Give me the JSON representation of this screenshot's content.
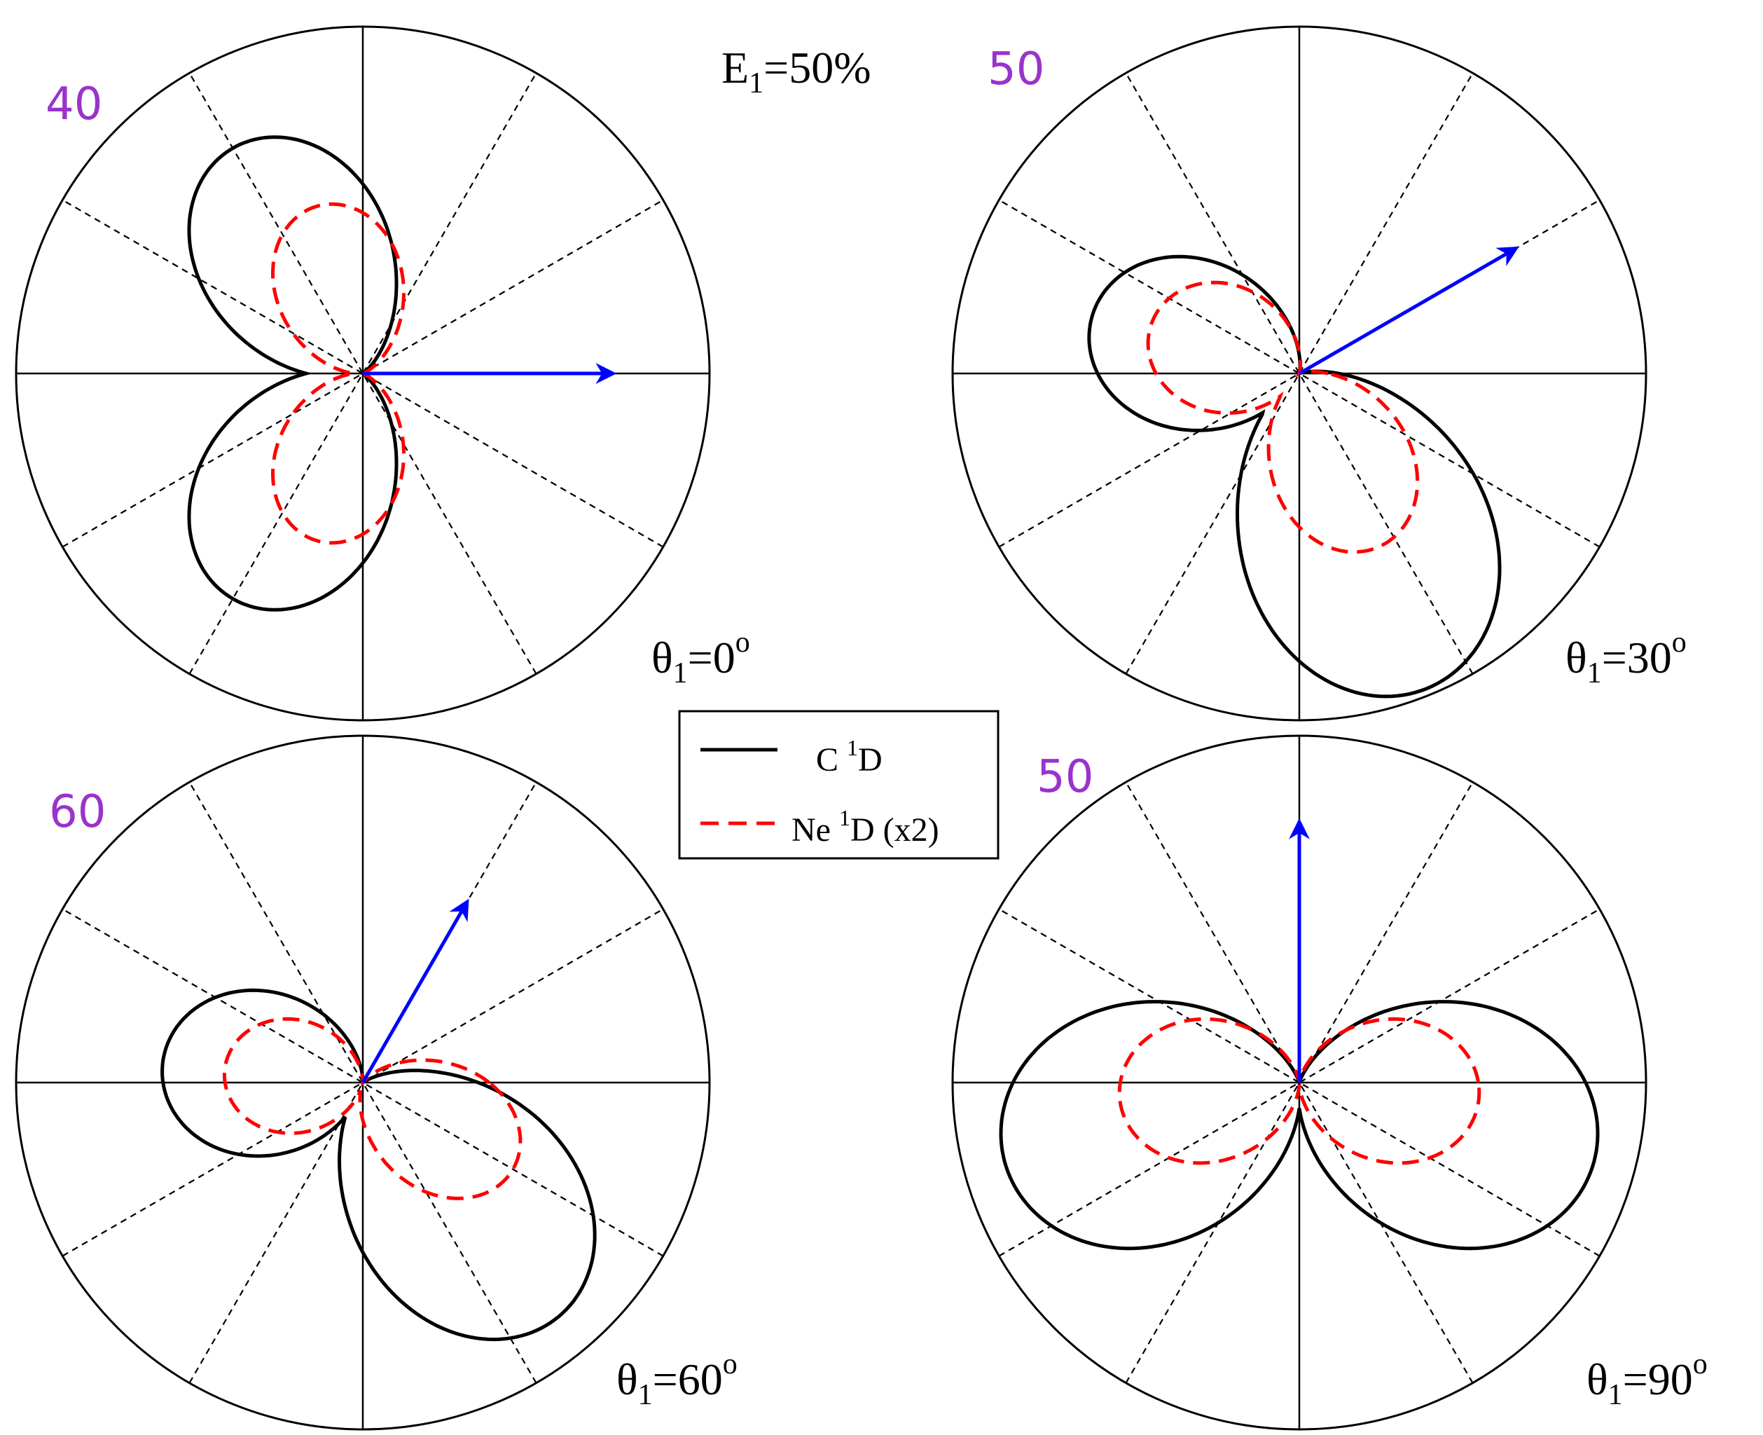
{
  "chart_data": {
    "type": "polar",
    "title": "E1=50%",
    "title_parts": {
      "base": "E",
      "sub": "1",
      "rest": "=50%"
    },
    "grid": true,
    "radial_grid_spoke_spacing_deg": 30,
    "legend": {
      "placement": "center",
      "entries": [
        {
          "label_base": "C ",
          "label_sup": "1",
          "label_rest": "D",
          "color": "#000000",
          "style": "solid"
        },
        {
          "label_base": "Ne ",
          "label_sup": "1",
          "label_rest": "D (x2)",
          "color": "#ff0000",
          "style": "dashed"
        }
      ]
    },
    "colors": {
      "c1d": "#000000",
      "ne1d": "#ff0000",
      "arrow": "#0000ff",
      "corner_number": "#9933cc"
    },
    "panels": [
      {
        "id": "tl",
        "corner_number": "40",
        "theta_label": {
          "base": "θ",
          "sub": "1",
          "value": "=0",
          "sup": "o"
        },
        "theta1_deg": 0,
        "c1d": {
          "amp": 0.75,
          "lobes": [
            {
              "dir_deg": 120,
              "width": 1.0
            },
            {
              "dir_deg": 240,
              "width": 1.0
            }
          ]
        },
        "ne1d": {
          "amp": 0.5,
          "lobes": [
            {
              "dir_deg": 105,
              "width": 1.0
            },
            {
              "dir_deg": 255,
              "width": 1.0
            }
          ]
        },
        "arrow_length": 0.72
      },
      {
        "id": "tr",
        "corner_number": "50",
        "theta_label": {
          "base": "θ",
          "sub": "1",
          "value": "=30",
          "sup": "o"
        },
        "theta1_deg": 30,
        "c1d": {
          "amp": 0.98,
          "lobes": [
            {
              "dir_deg": 165,
              "amp": 0.62,
              "width": 1.2
            },
            {
              "dir_deg": 292,
              "amp": 0.98,
              "width": 1.0
            }
          ]
        },
        "ne1d": {
          "amp": 0.55,
          "lobes": [
            {
              "dir_deg": 162,
              "amp": 0.45,
              "width": 1.3
            },
            {
              "dir_deg": 295,
              "amp": 0.55,
              "width": 1.0
            }
          ]
        },
        "arrow_length": 0.72
      },
      {
        "id": "bl",
        "corner_number": "60",
        "theta_label": {
          "base": "θ",
          "sub": "1",
          "value": "=60",
          "sup": "o"
        },
        "theta1_deg": 60,
        "c1d": {
          "amp": 0.88,
          "lobes": [
            {
              "dir_deg": 175,
              "amp": 0.58,
              "width": 1.3
            },
            {
              "dir_deg": 310,
              "amp": 0.88,
              "width": 1.0
            }
          ]
        },
        "ne1d": {
          "amp": 0.5,
          "lobes": [
            {
              "dir_deg": 175,
              "amp": 0.4,
              "width": 1.3
            },
            {
              "dir_deg": 330,
              "amp": 0.5,
              "width": 1.0
            }
          ]
        },
        "arrow_length": 0.6
      },
      {
        "id": "br",
        "corner_number": "50",
        "theta_label": {
          "base": "θ",
          "sub": "1",
          "value": "=90",
          "sup": "o"
        },
        "theta1_deg": 90,
        "c1d": {
          "amp": 0.9,
          "lobes": [
            {
              "dir_deg": 195,
              "amp": 0.88,
              "width": 1.2
            },
            {
              "dir_deg": 345,
              "amp": 0.88,
              "width": 1.2
            }
          ]
        },
        "ne1d": {
          "amp": 0.52,
          "lobes": [
            {
              "dir_deg": 185,
              "amp": 0.52,
              "width": 1.2
            },
            {
              "dir_deg": 355,
              "amp": 0.52,
              "width": 1.2
            }
          ]
        },
        "arrow_length": 0.75
      }
    ]
  }
}
